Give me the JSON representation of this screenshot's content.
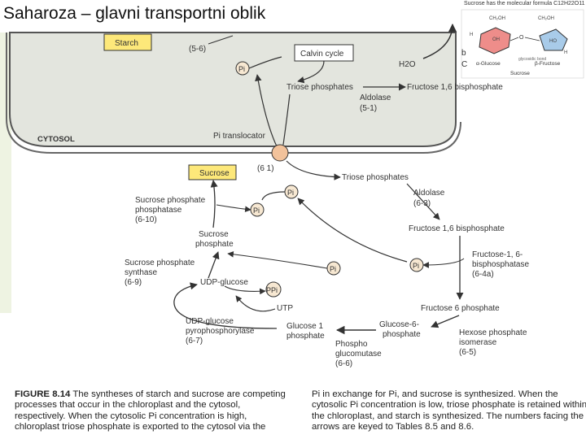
{
  "slide": {
    "title": "Saharoza – glavni transportni oblik"
  },
  "inset": {
    "caption": "Sucrose has the molecular formula C12H22O11",
    "glucose_label": "α-Glucose",
    "fructose_label": "β-Fructose",
    "sucrose_label": "Sucrose",
    "bond_label": "glycosidic bond"
  },
  "diagram": {
    "starch": "Starch",
    "starch_ref": "(5-6)",
    "calvin": "Calvin cycle",
    "pi": "Pi",
    "h2o": "H2O",
    "triose_chloro": "Triose phosphates",
    "aldolase_chloro": "Aldolase",
    "aldolase_chloro_ref": "(5-1)",
    "fbp_chloro": "Fructose 1,6 bisphosphate",
    "cytosol": "CYTOSOL",
    "translocator": "Pi translocator",
    "translocator_ref": "(6 1)",
    "sucrose": "Sucrose",
    "sucrose_phosphatase": [
      "Sucrose phosphate",
      "phosphatase",
      "(6-10)"
    ],
    "sucrose_phosphate": [
      "Sucrose",
      "phosphate"
    ],
    "sps": [
      "Sucrose phosphate",
      "synthase",
      "(6-9)"
    ],
    "udp_glucose": "UDP-glucose",
    "ppi": "PPi",
    "utp": "UTP",
    "udp_pyro": [
      "UDP-glucose",
      "pyrophosphorylase",
      "(6-7)"
    ],
    "g1p": [
      "Glucose 1",
      "phosphate"
    ],
    "g6p": [
      "Glucose-6-",
      "phosphate"
    ],
    "phosphoglucomutase": [
      "Phospho",
      "glucomutase",
      "(6-6)"
    ],
    "hexose_isomerase": [
      "Hexose phosphate",
      "isomerase",
      "(6-5)"
    ],
    "triose_cyto": "Triose phosphates",
    "aldolase_cyto": [
      "Aldolase",
      "(6-3)"
    ],
    "fbp_cyto": "Fructose 1,6 bisphosphate",
    "fbpase": [
      "Fructose-1, 6-",
      "bisphosphatase",
      "(6-4a)"
    ],
    "f6p": "Fructose 6 phosphate",
    "partial_right": [
      "b",
      "C"
    ]
  },
  "caption": {
    "figure_label": "FIGURE 8.14",
    "left_text": "The syntheses of starch and sucrose are competing processes that occur in the chloroplast and the cytosol, respectively. When the cytosolic Pi concentration is high, chloroplast triose phosphate is exported to the cytosol via the",
    "right_text": "Pi in exchange for Pi, and sucrose is synthesized. When the cytosolic Pi concentration is low, triose phosphate is retained within the chloroplast, and starch is synthesized. The numbers facing the arrows are keyed to Tables 8.5 and 8.6."
  },
  "colors": {
    "chloroplast_fill": "#e3e5de",
    "membrane": "#666666",
    "label_box": "#fde87a",
    "pi_circle": "#f7e8d2",
    "translocator": "#f2c29b",
    "glucose_ring": "#ee8d8a",
    "fructose_ring": "#a8cbe9"
  }
}
